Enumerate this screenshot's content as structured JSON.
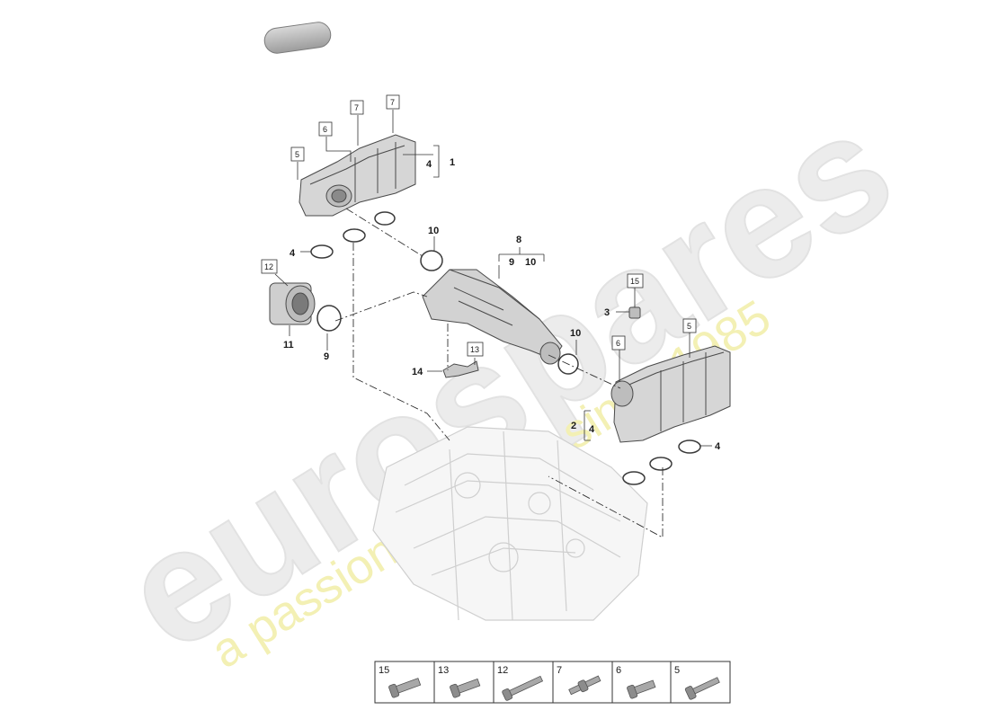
{
  "watermark": {
    "brand": "eurospares",
    "tagline": "a passion for parts since 1985"
  },
  "callouts": {
    "c1": "1",
    "c2": "2",
    "c3": "3",
    "c4a": "4",
    "c4b": "4",
    "c4c": "4",
    "c4d": "4",
    "c8": "8",
    "c9a": "9",
    "c9b": "9",
    "c10a": "10",
    "c10b": "10",
    "c10c": "10",
    "c11": "11",
    "c14": "14"
  },
  "boxed": {
    "b5a": "5",
    "b6a": "6",
    "b7a": "7",
    "b7b": "7",
    "b12": "12",
    "b13": "13",
    "b15": "15",
    "b6b": "6",
    "b5b": "5"
  },
  "fastener_table": [
    "15",
    "13",
    "12",
    "7",
    "6",
    "5"
  ]
}
